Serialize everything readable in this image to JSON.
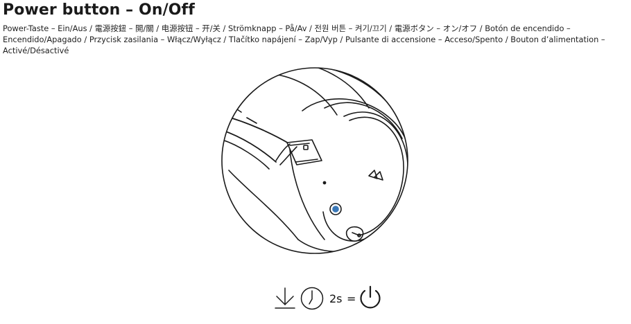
{
  "document": {
    "title": "Power button – On/Off",
    "translations": "Power-Taste – Ein/Aus / 電源按鈕 – 開/關 / 电源按钮 – 开/关 / Strömknapp – På/Av / 전원 버튼 – 켜기/끄기 / 電源ボタン – オン/オフ / Botón de encendido – Encendido/Apagado / Przycisk zasilania – Włącz/Wyłącz / Tlačítko napájení – Zap/Vyp / Pulsante di accensione – Acceso/Spento / Bouton d’alimentation – Activé/Désactivé"
  },
  "instruction": {
    "duration": "2s",
    "equals": "=",
    "icons": [
      "press-down-icon",
      "clock-icon",
      "power-icon"
    ]
  },
  "colors": {
    "line": "#1a1a1a",
    "button_accent": "#3a78b8"
  }
}
